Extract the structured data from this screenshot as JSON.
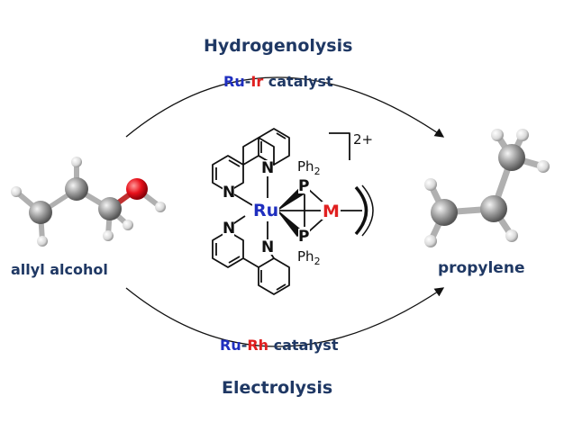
{
  "title_top": "Hydrogenolysis",
  "title_bottom": "Electrolysis",
  "catalyst_top": {
    "a": "Ru",
    "dash": "-",
    "b": "Ir",
    "rest": " catalyst"
  },
  "catalyst_bottom": {
    "a": "Ru",
    "dash": "-",
    "b": "Rh",
    "rest": " catalyst"
  },
  "reactant": "allyl alcohol",
  "product": "propylene",
  "complex": {
    "metal_center": "Ru",
    "metal_var": "M",
    "ligand_top": "Ph2",
    "ligand_bottom": "Ph2",
    "charge": "2+",
    "P": "P",
    "N": "N"
  },
  "colors": {
    "navy": "#1f3864",
    "ru_blue": "#1f2fbf",
    "metal_red": "#e02020",
    "oxygen_red": "#e8101a",
    "carbon_gray": "#8c8c8c"
  }
}
